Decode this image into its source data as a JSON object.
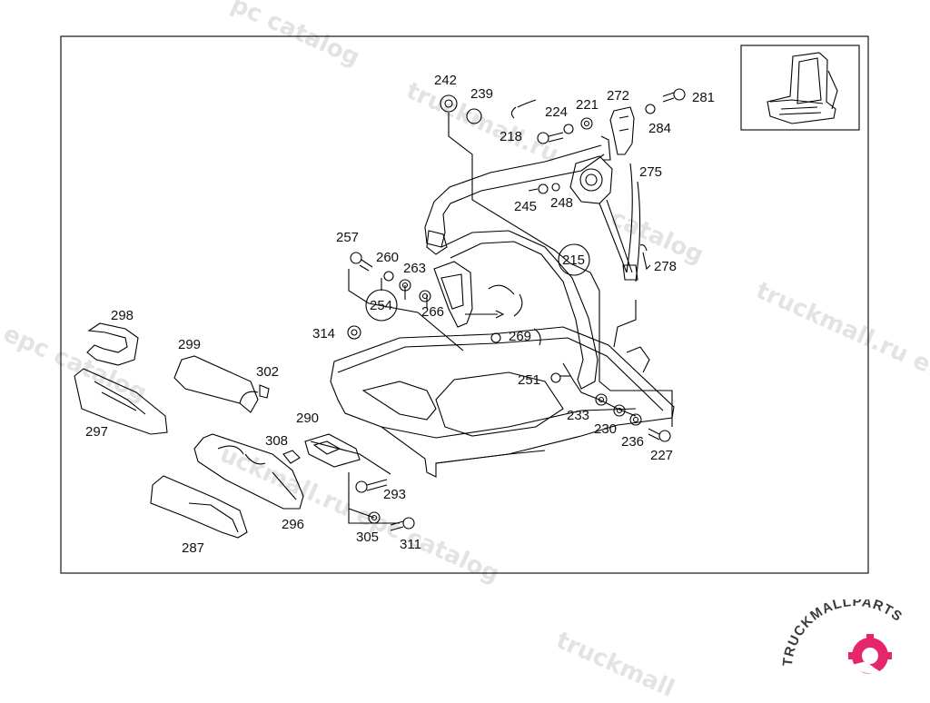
{
  "watermark": {
    "lines": [
      "pc catalog",
      "truckmall.ru",
      "truckmall.ru epc catalog",
      "catalog",
      "truckmall.ru e",
      "l epc catalog",
      "uckmall.ru epc catalog",
      "truckmall"
    ],
    "color": "#e3e3e3"
  },
  "diagram": {
    "frame_color": "#000000",
    "part_numbers": [
      "242",
      "239",
      "224",
      "221",
      "272",
      "281",
      "218",
      "284",
      "275",
      "245",
      "248",
      "257",
      "260",
      "263",
      "215",
      "278",
      "254",
      "266",
      "298",
      "314",
      "269",
      "299",
      "302",
      "251",
      "233",
      "230",
      "297",
      "236",
      "227",
      "290",
      "308",
      "293",
      "296",
      "305",
      "311",
      "287"
    ]
  },
  "logo": {
    "text": "TRUCKMALLPARTS",
    "color_dark": "#3a3a3a",
    "color_accent": "#e5266c"
  }
}
